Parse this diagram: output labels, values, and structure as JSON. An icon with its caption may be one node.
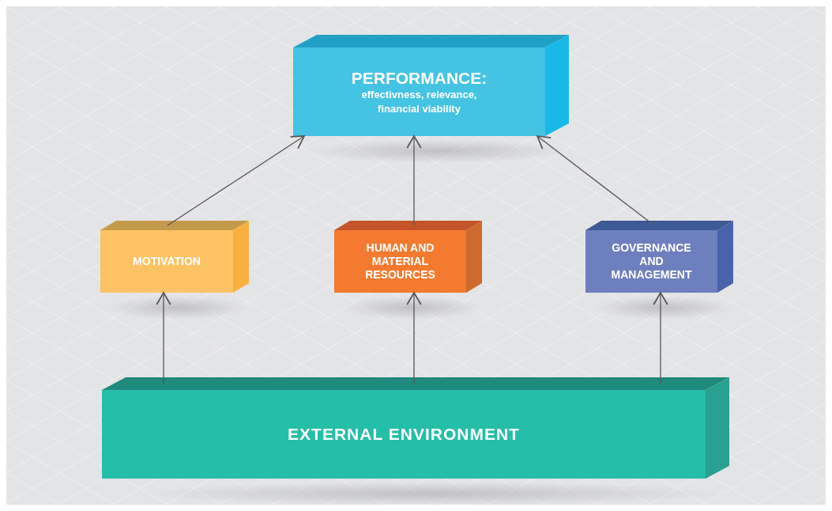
{
  "diagram": {
    "nodes": [
      {
        "text": [
          "PERFORMANCE:",
          "effectivness, relevance, financial viability"
        ]
      },
      {
        "text": [
          "MOTIVATION"
        ]
      },
      {
        "text": [
          "HUMAN AND MATERIAL RESOURCES"
        ]
      },
      {
        "text": [
          "GOVERNANCE AND MANAGEMENT"
        ]
      },
      {
        "text": [
          "EXTERNAL ENVIRONMENT"
        ]
      }
    ],
    "edges": [
      {
        "from": 1,
        "to": 0,
        "arrow": "to"
      },
      {
        "from": 2,
        "to": 0,
        "arrow": "to"
      },
      {
        "from": 3,
        "to": 0,
        "arrow": "to"
      },
      {
        "from": 4,
        "to": 1,
        "arrow": "to"
      },
      {
        "from": 4,
        "to": 2,
        "arrow": "to"
      },
      {
        "from": 4,
        "to": 3,
        "arrow": "to"
      }
    ]
  }
}
